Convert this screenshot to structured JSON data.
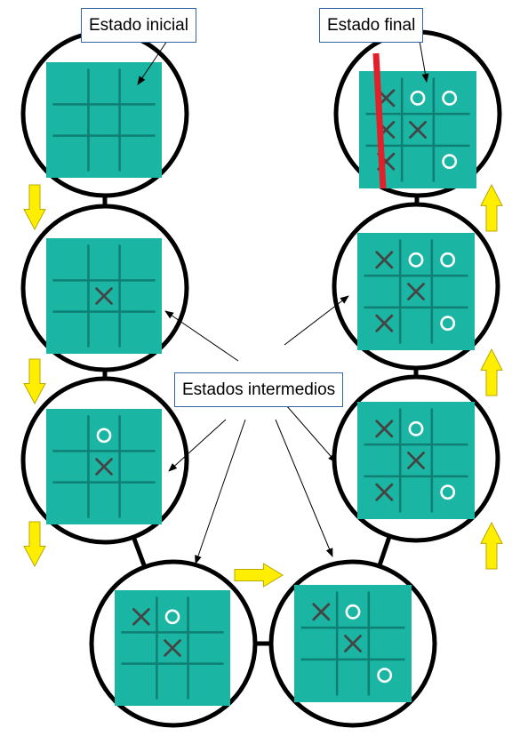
{
  "labels": {
    "initial": "Estado inicial",
    "final": "Estado final",
    "intermediate": "Estados intermedios"
  },
  "colors": {
    "board": "#1ab5a3",
    "grid_line": "#0f7f73",
    "x_mark": "#444444",
    "o_mark": "#ffffff",
    "arrow_fill": "#ffee00",
    "win_line": "#e0202a",
    "circle_stroke": "#000000"
  },
  "symbols": {
    "cross": "X",
    "nought": "O"
  },
  "states": [
    {
      "id": "state-1-initial",
      "board": [
        "",
        "",
        "",
        "",
        "",
        "",
        "",
        "",
        ""
      ]
    },
    {
      "id": "state-2",
      "board": [
        "",
        "",
        "",
        "",
        "X",
        "",
        "",
        "",
        ""
      ]
    },
    {
      "id": "state-3",
      "board": [
        "",
        "O",
        "",
        "",
        "X",
        "",
        "",
        "",
        ""
      ]
    },
    {
      "id": "state-4",
      "board": [
        "X",
        "O",
        "",
        "",
        "X",
        "",
        "",
        "",
        ""
      ]
    },
    {
      "id": "state-5",
      "board": [
        "X",
        "O",
        "",
        "",
        "X",
        "",
        "",
        "",
        "O"
      ]
    },
    {
      "id": "state-6",
      "board": [
        "X",
        "O",
        "",
        "",
        "X",
        "",
        "X",
        "",
        "O"
      ]
    },
    {
      "id": "state-7",
      "board": [
        "X",
        "O",
        "O",
        "",
        "X",
        "",
        "X",
        "",
        "O"
      ]
    },
    {
      "id": "state-8-final",
      "board": [
        "X",
        "O",
        "O",
        "X",
        "X",
        "",
        "X",
        "",
        "O"
      ]
    }
  ],
  "win": {
    "player": "X",
    "line": "left-column"
  }
}
